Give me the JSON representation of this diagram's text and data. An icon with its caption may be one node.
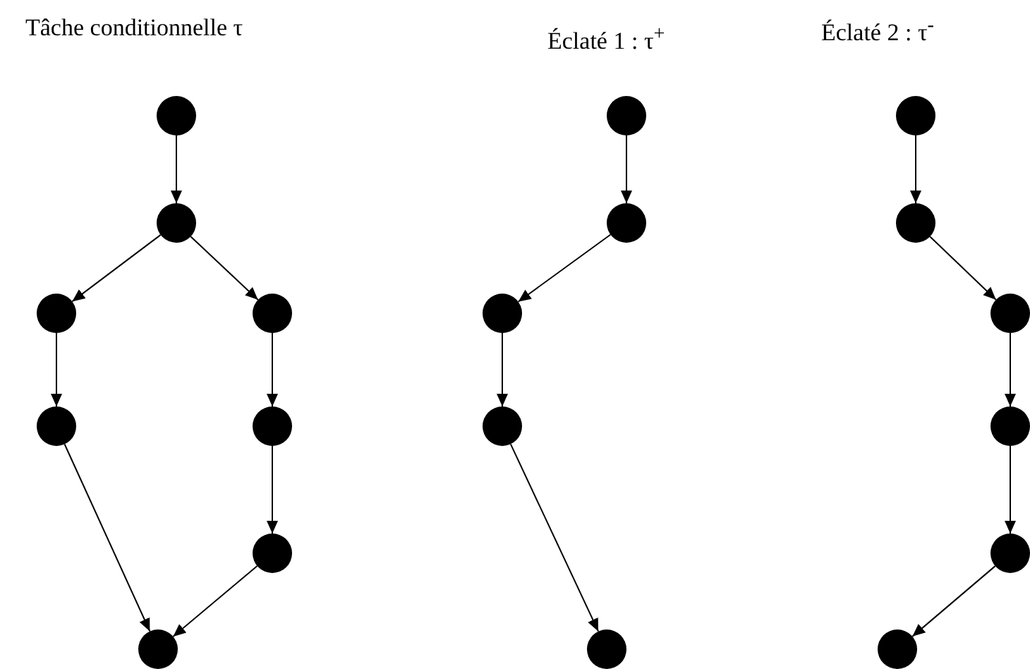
{
  "diagram": {
    "nodes": [
      {
        "text": [],
        "shape": "circle"
      },
      {
        "text": [],
        "shape": "circle"
      },
      {
        "text": [],
        "shape": "circle"
      },
      {
        "text": [],
        "shape": "circle"
      },
      {
        "text": [],
        "shape": "circle"
      },
      {
        "text": [],
        "shape": "circle"
      },
      {
        "text": [],
        "shape": "circle"
      },
      {
        "text": [],
        "shape": "circle"
      },
      {
        "text": [],
        "shape": "circle"
      },
      {
        "text": [],
        "shape": "circle"
      },
      {
        "text": [],
        "shape": "circle"
      },
      {
        "text": [],
        "shape": "circle"
      },
      {
        "text": [],
        "shape": "circle"
      },
      {
        "text": [],
        "shape": "circle"
      },
      {
        "text": [],
        "shape": "circle"
      },
      {
        "text": [],
        "shape": "circle"
      },
      {
        "text": [],
        "shape": "circle"
      },
      {
        "text": [],
        "shape": "circle"
      },
      {
        "text": [],
        "shape": "circle"
      }
    ],
    "edges": [
      {
        "from": 0,
        "to": 1,
        "arrow": "to"
      },
      {
        "from": 1,
        "to": 2,
        "arrow": "to"
      },
      {
        "from": 1,
        "to": 3,
        "arrow": "to"
      },
      {
        "from": 2,
        "to": 4,
        "arrow": "to"
      },
      {
        "from": 3,
        "to": 5,
        "arrow": "to"
      },
      {
        "from": 5,
        "to": 6,
        "arrow": "to"
      },
      {
        "from": 4,
        "to": 7,
        "arrow": "to"
      },
      {
        "from": 6,
        "to": 7,
        "arrow": "to"
      },
      {
        "from": 8,
        "to": 9,
        "arrow": "to"
      },
      {
        "from": 9,
        "to": 10,
        "arrow": "to"
      },
      {
        "from": 10,
        "to": 11,
        "arrow": "to"
      },
      {
        "from": 11,
        "to": 12,
        "arrow": "to"
      },
      {
        "from": 13,
        "to": 14,
        "arrow": "to"
      },
      {
        "from": 14,
        "to": 15,
        "arrow": "to"
      },
      {
        "from": 15,
        "to": 16,
        "arrow": "to"
      },
      {
        "from": 16,
        "to": 17,
        "arrow": "to"
      },
      {
        "from": 17,
        "to": 18,
        "arrow": "to"
      }
    ],
    "labels": [
      "Tâche conditionnelle τ",
      "Éclaté 1 : τ$^{+}$",
      "Éclaté 2 : τ$^{-}$"
    ]
  }
}
